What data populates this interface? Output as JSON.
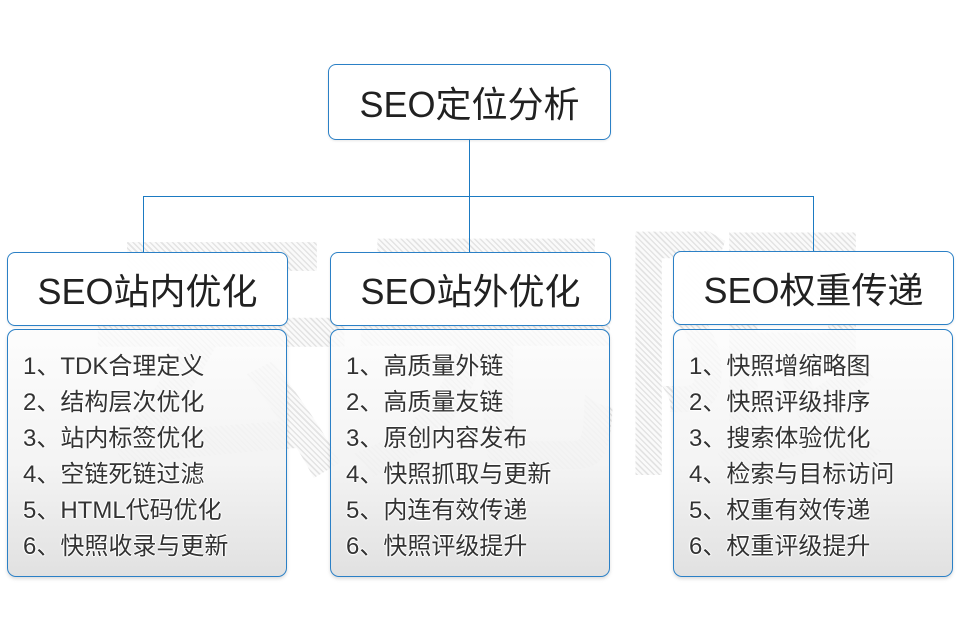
{
  "watermark": {
    "text": "云无限"
  },
  "colors": {
    "line_blue": "#1b7ac2",
    "border_blue": "#2b80c6",
    "title_text": "#212121",
    "item_text": "#333333",
    "watermark_gray": "#e3e3e3"
  },
  "root_node": {
    "label": "SEO定位分析"
  },
  "columns": [
    {
      "header": "SEO站内优化",
      "items": [
        "1、TDK合理定义",
        "2、结构层次优化",
        "3、站内标签优化",
        "4、空链死链过滤",
        "5、HTML代码优化",
        "6、快照收录与更新"
      ]
    },
    {
      "header": "SEO站外优化",
      "items": [
        "1、高质量外链",
        "2、高质量友链",
        "3、原创内容发布",
        "4、快照抓取与更新",
        "5、内连有效传递",
        "6、快照评级提升"
      ]
    },
    {
      "header": "SEO权重传递",
      "items": [
        "1、快照增缩略图",
        "2、快照评级排序",
        "3、搜索体验优化",
        "4、检索与目标访问",
        "5、权重有效传递",
        "6、权重评级提升"
      ]
    }
  ]
}
